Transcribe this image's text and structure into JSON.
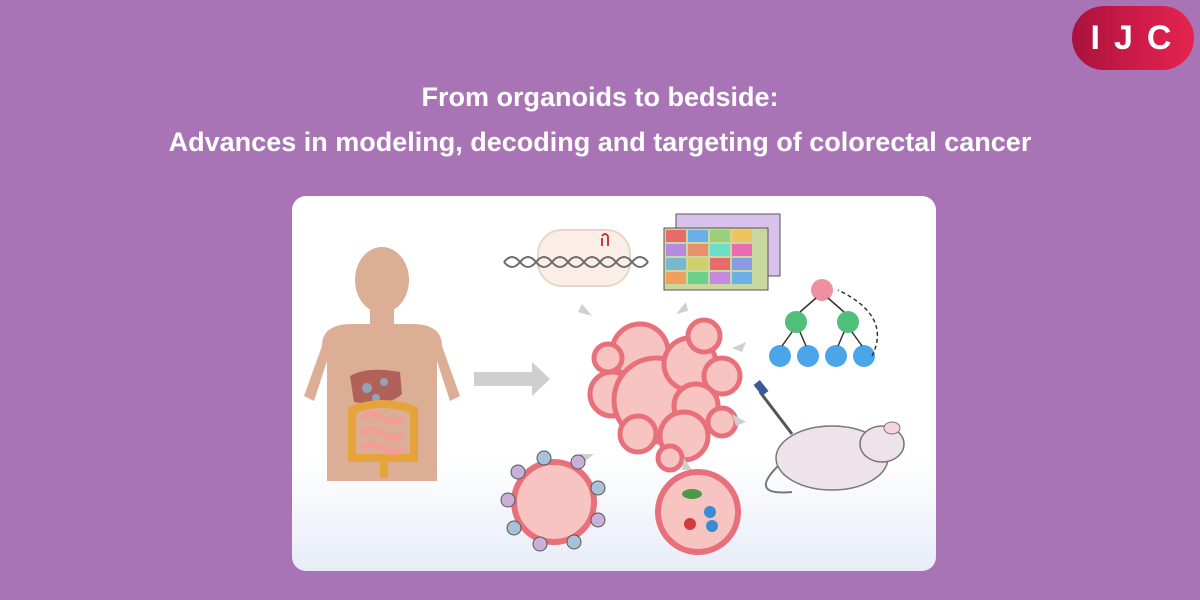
{
  "logo": {
    "text": "IJC"
  },
  "title": {
    "line1": "From organoids to bedside:",
    "line2": "Advances in modeling, decoding and targeting of colorectal cancer"
  },
  "colors": {
    "background": "#a874b5",
    "logo": "#cf1b49",
    "organoid": "#f4b8b8",
    "organoid_rim": "#e8707a",
    "human": "#dcae95",
    "arrow": "#cfcfcf"
  },
  "illustration": {
    "icons": [
      "human-body-icon",
      "organoid-cluster-icon",
      "crispr-dna-icon",
      "omics-heatmap-icon",
      "cell-hierarchy-icon",
      "mouse-injection-icon",
      "organoid-immune-coculture-icon",
      "organoid-microbe-coculture-icon"
    ]
  }
}
